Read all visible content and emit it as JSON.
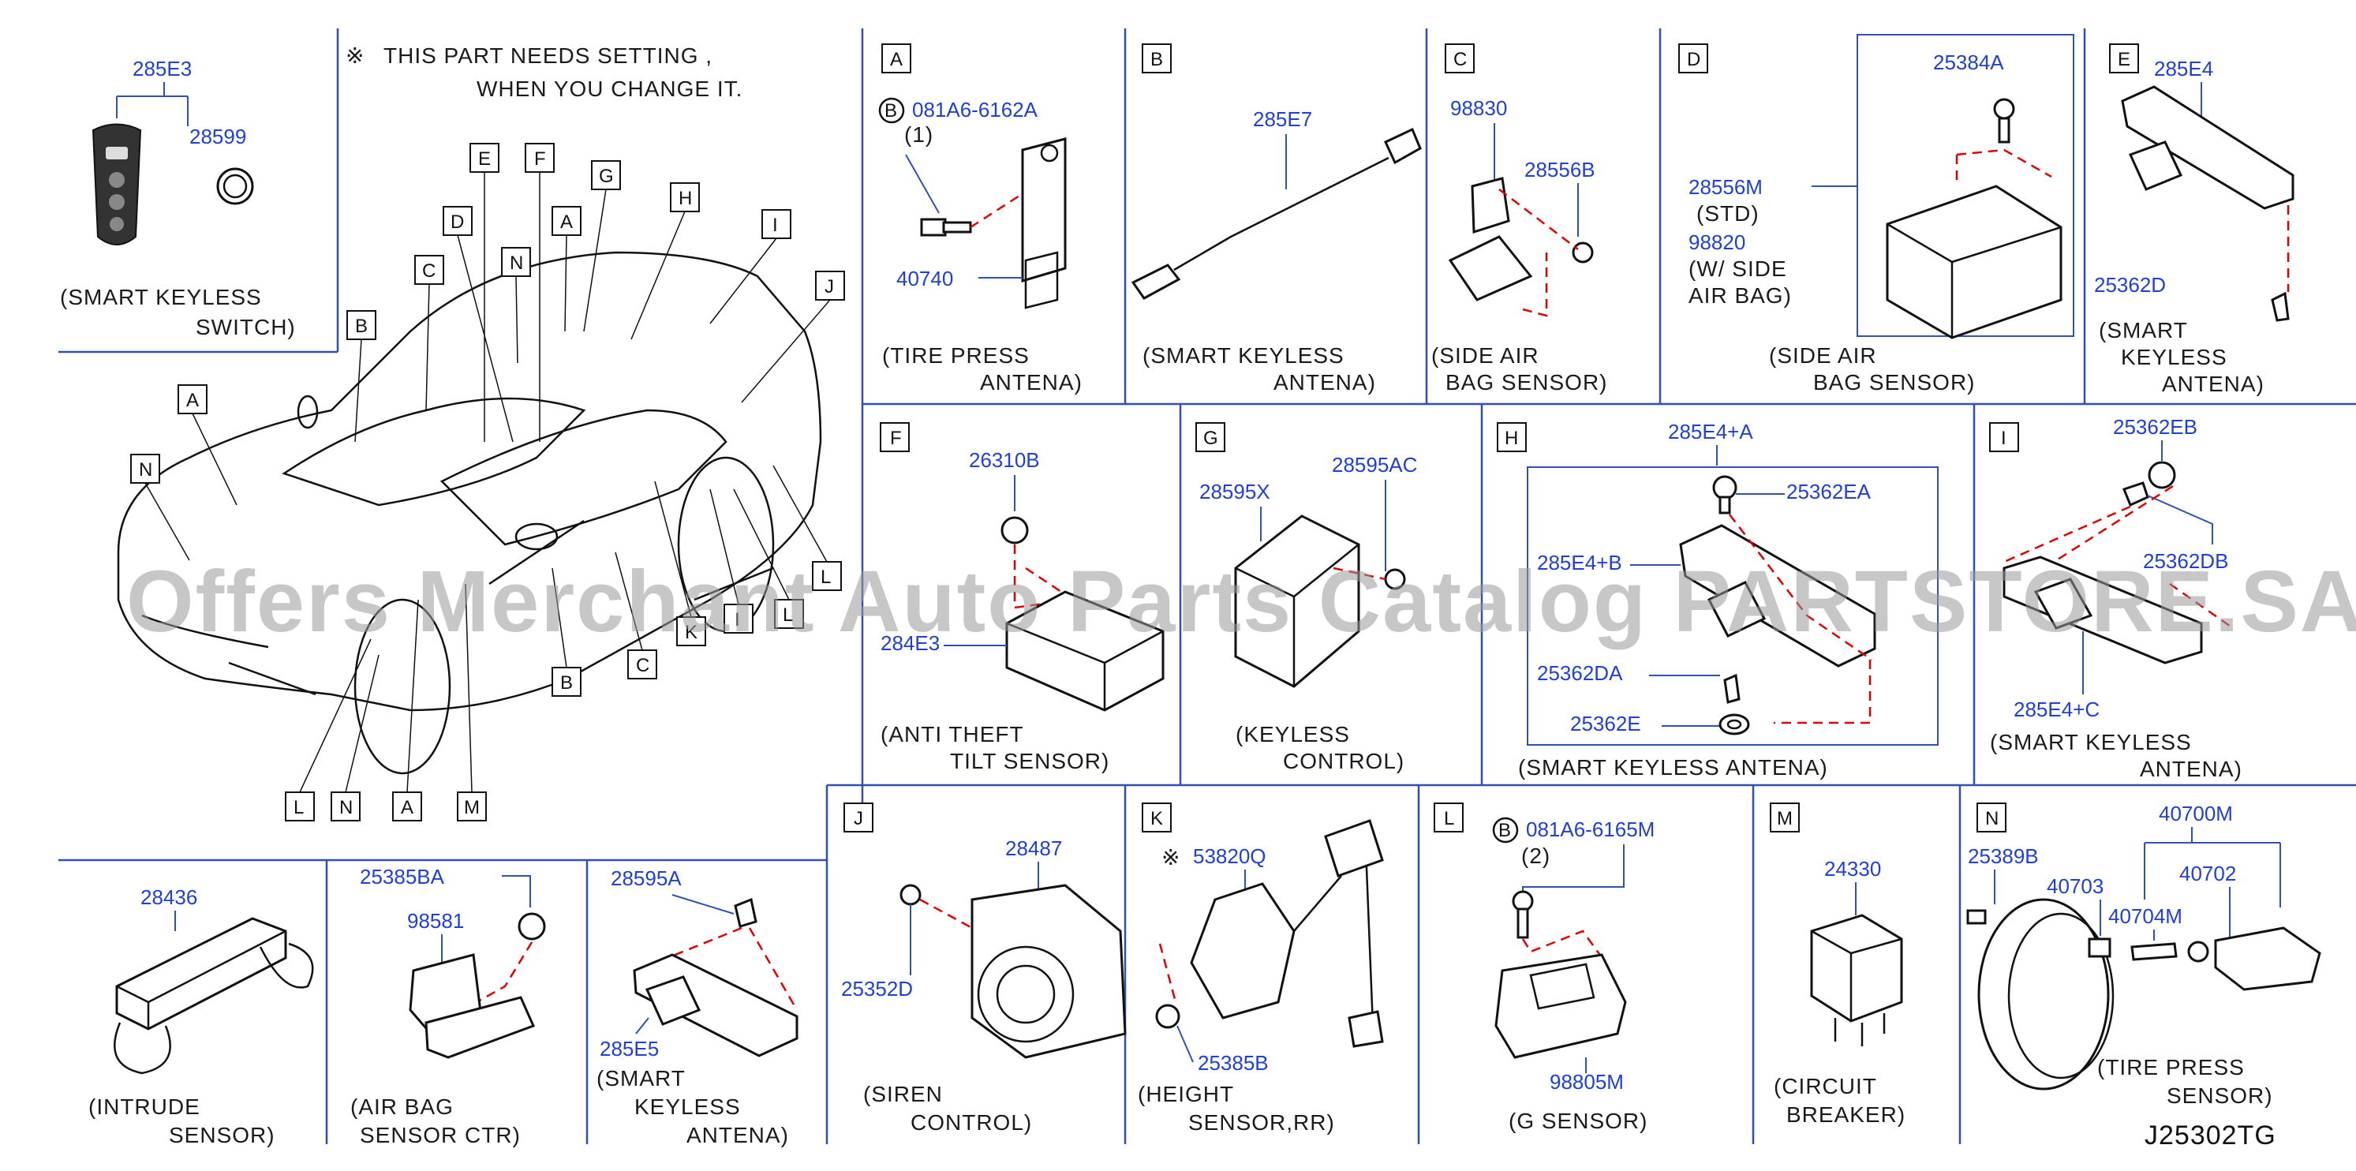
{
  "note": {
    "symbol": "※",
    "line1": "THIS PART NEEDS SETTING ,",
    "line2": "WHEN YOU CHANGE IT."
  },
  "watermark": "Offers Merchant Auto Parts Catalog PARTSTORE.SA",
  "diagram_code": "J25302TG",
  "colors": {
    "part_number": "#1f3fd6",
    "separator": "#3050b8",
    "dashed": "#e00000"
  },
  "smart_keyless_switch": {
    "pn_main": "285E3",
    "pn_battery": "28599",
    "cap1": "(SMART   KEYLESS",
    "cap2": "SWITCH)"
  },
  "vehicle_labels": [
    "E",
    "F",
    "G",
    "H",
    "D",
    "A",
    "I",
    "N",
    "C",
    "J",
    "B",
    "A",
    "N",
    "K",
    "I",
    "L",
    "L",
    "B",
    "C",
    "L",
    "N",
    "A",
    "M"
  ],
  "panels": {
    "A": {
      "letter": "A",
      "ref": "B",
      "pn1": "081A6-6162A",
      "qty": "(1)",
      "pn2": "40740",
      "cap1": "(TIRE   PRESS",
      "cap2": "ANTENA)"
    },
    "B": {
      "letter": "B",
      "pn1": "285E7",
      "cap1": "(SMART   KEYLESS",
      "cap2": "ANTENA)"
    },
    "C": {
      "letter": "C",
      "pn1": "98830",
      "pn2": "28556B",
      "cap1": "(SIDE   AIR",
      "cap2": "BAG   SENSOR)"
    },
    "D": {
      "letter": "D",
      "pn1": "25384A",
      "pn2": "28556M",
      "std": "(STD)",
      "pn3": "98820",
      "w1": "(W/   SIDE",
      "w2": "AIR   BAG)",
      "cap1": "(SIDE   AIR",
      "cap2": "BAG   SENSOR)"
    },
    "E": {
      "letter": "E",
      "pn1": "285E4",
      "pn2": "25362D",
      "cap1": "(SMART",
      "cap2": "KEYLESS",
      "cap3": "ANTENA)"
    },
    "F": {
      "letter": "F",
      "pn1": "26310B",
      "pn2": "284E3",
      "cap1": "(ANTI   THEFT",
      "cap2": "TILT   SENSOR)"
    },
    "G": {
      "letter": "G",
      "pn1": "28595X",
      "pn2": "28595AC",
      "cap1": "(KEYLESS",
      "cap2": "CONTROL)"
    },
    "H": {
      "letter": "H",
      "pn1": "285E4+A",
      "pn2": "25362EA",
      "pn3": "285E4+B",
      "pn4": "25362DA",
      "pn5": "25362E",
      "cap1": "(SMART   KEYLESS   ANTENA)"
    },
    "I": {
      "letter": "I",
      "pn1": "25362EB",
      "pn2": "25362DB",
      "pn3": "285E4+C",
      "cap1": "(SMART   KEYLESS",
      "cap2": "ANTENA)"
    },
    "J": {
      "letter": "J",
      "pn1": "28487",
      "pn2": "25352D",
      "cap1": "(SIREN",
      "cap2": "CONTROL)"
    },
    "K": {
      "letter": "K",
      "sym": "※",
      "pn1": "53820Q",
      "pn2": "25385B",
      "cap1": "(HEIGHT",
      "cap2": "SENSOR,RR)"
    },
    "L": {
      "letter": "L",
      "ref": "B",
      "pn1": "081A6-6165M",
      "qty": "(2)",
      "pn2": "98805M",
      "cap1": "(G   SENSOR)"
    },
    "M": {
      "letter": "M",
      "pn1": "24330",
      "cap1": "(CIRCUIT",
      "cap2": "BREAKER)"
    },
    "N": {
      "letter": "N",
      "pn1": "40700M",
      "pn2": "25389B",
      "pn3": "40703",
      "pn4": "40702",
      "pn5": "40704M",
      "cap1": "(TIRE   PRESS",
      "cap2": "SENSOR)"
    }
  },
  "bottom_left": {
    "intrude": {
      "pn": "28436",
      "cap1": "(INTRUDE",
      "cap2": "SENSOR)"
    },
    "airbag_ctr": {
      "pn1": "25385BA",
      "pn2": "98581",
      "cap1": "(AIR   BAG",
      "cap2": "SENSOR   CTR)"
    },
    "smart_e5": {
      "pn1": "28595A",
      "pn2": "285E5",
      "cap1": "(SMART",
      "cap2": "KEYLESS",
      "cap3": "ANTENA)"
    }
  }
}
